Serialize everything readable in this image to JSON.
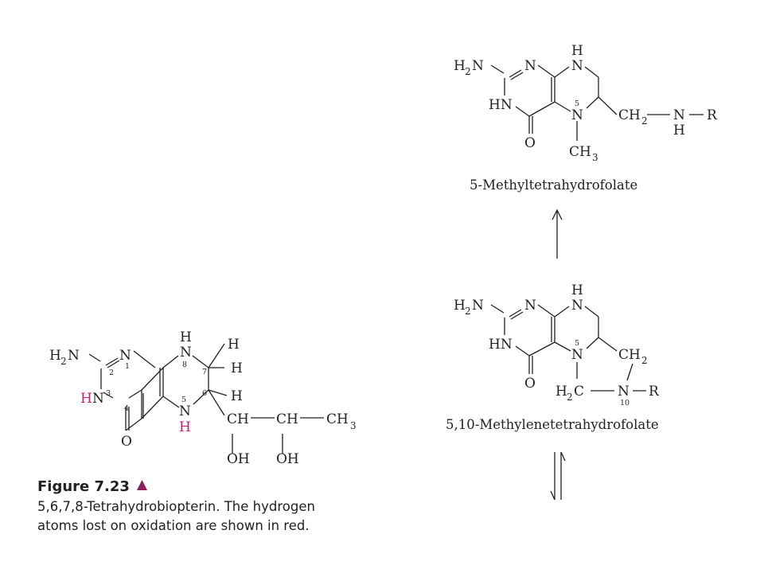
{
  "colors": {
    "ink": "#231f20",
    "highlight_red": "#d9166f",
    "triangle": "#8b1f5c"
  },
  "biopterin": {
    "atoms": {
      "h2n": "H",
      "h2n_sub": "2",
      "h2n_n": "N",
      "n1": "N",
      "n1_num": "1",
      "c2_num": "2",
      "hn3_h": "H",
      "hn3_n": "N",
      "hn3_num": "3",
      "c4_num": "4",
      "o": "O",
      "n8": "N",
      "n8_h": "H",
      "n8_num": "8",
      "n5": "N",
      "n5_h": "H",
      "n5_num": "5",
      "c7_num": "7",
      "c6_num": "6",
      "h7a": "H",
      "h7b": "H",
      "h6": "H",
      "ch1": "CH",
      "ch2": "CH",
      "ch3": "CH",
      "ch3_sub": "3",
      "oh1": "OH",
      "oh2": "OH"
    }
  },
  "figure_caption": {
    "title": "Figure 7.23",
    "line1": "5,6,7,8-Tetrahydrobiopterin. The hydrogen",
    "line2": "atoms lost on oxidation are shown in red."
  },
  "methyl_thf": {
    "name": "5-Methyltetrahydrofolate",
    "atoms": {
      "h2n": "H",
      "h2n_sub": "2",
      "h2n_n": "N",
      "n_a": "N",
      "n_b_h": "H",
      "n_b": "N",
      "hn": "HN",
      "n5_num": "5",
      "n5": "N",
      "o": "O",
      "ch3": "CH",
      "ch3_sub": "3",
      "ch2": "CH",
      "ch2_sub": "2",
      "nh_n": "N",
      "nh_h": "H",
      "r": "R"
    }
  },
  "methylene_thf": {
    "name": "5,10-Methylenetetrahydrofolate",
    "atoms": {
      "h2n": "H",
      "h2n_sub": "2",
      "h2n_n": "N",
      "n_a": "N",
      "n_b_h": "H",
      "n_b": "N",
      "hn": "HN",
      "n5_num": "5",
      "n5": "N",
      "o": "O",
      "ch2": "CH",
      "ch2_sub": "2",
      "h2c_h": "H",
      "h2c_sub": "2",
      "h2c_c": "C",
      "n10": "N",
      "n10_num": "10",
      "r": "R"
    }
  }
}
